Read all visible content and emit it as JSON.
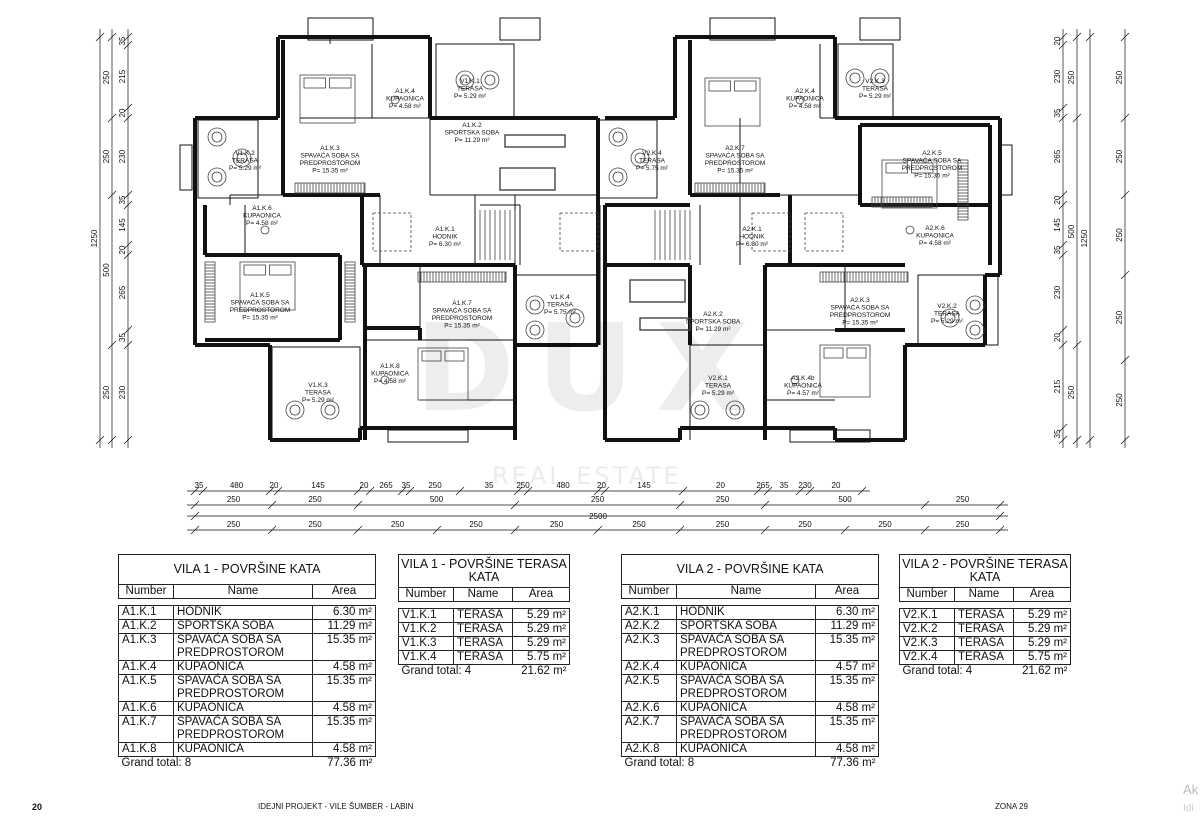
{
  "rooms_v1": [
    {
      "id": "V1.K.1",
      "name": "TERASA",
      "area": "P= 5.29 m²"
    },
    {
      "id": "A1.K.4",
      "name": "KUPAONICA",
      "area": "P= 4.58 m²"
    },
    {
      "id": "A1.K.3",
      "name": "SPAVAĆA SOBA SA PREDPROSTOROM",
      "area": "P= 15.35 m²"
    },
    {
      "id": "A1.K.2",
      "name": "SPORTSKA SOBA",
      "area": "P= 11.29 m²"
    },
    {
      "id": "V1.K.2",
      "name": "TERASA",
      "area": "P= 5.29 m²"
    },
    {
      "id": "A1.K.6",
      "name": "KUPAONICA",
      "area": "P= 4.58 m²"
    },
    {
      "id": "A1.K.1",
      "name": "HODNIK",
      "area": "P= 6.30 m²"
    },
    {
      "id": "A1.K.5",
      "name": "SPAVAĆA SOBA SA PREDPROSTOROM",
      "area": "P= 15.35 m²"
    },
    {
      "id": "A1.K.7",
      "name": "SPAVAĆA SOBA SA PREDPROSTOROM",
      "area": "P= 15.35 m²"
    },
    {
      "id": "V1.K.4",
      "name": "TERASA",
      "area": "P= 5.75 m²"
    },
    {
      "id": "A1.K.8",
      "name": "KUPAONICA",
      "area": "P= 4.58 m²"
    },
    {
      "id": "V1.K.3",
      "name": "TERASA",
      "area": "P= 5.29 m²"
    }
  ],
  "rooms_v2": [
    {
      "id": "V2.K.3",
      "name": "TERASA",
      "area": "P= 5.29 m²"
    },
    {
      "id": "A2.K.4",
      "name": "KUPAONICA",
      "area": "P= 4.58 m²"
    },
    {
      "id": "A2.K.7",
      "name": "SPAVAĆA SOBA SA PREDPROSTOROM",
      "area": "P= 15.35 m²"
    },
    {
      "id": "V2.K.4",
      "name": "TERASA",
      "area": "P= 5.75 m²"
    },
    {
      "id": "A2.K.5",
      "name": "SPAVAĆA SOBA SA PREDPROSTOROM",
      "area": "P= 15.35 m²"
    },
    {
      "id": "A2.K.1",
      "name": "HODNIK",
      "area": "P= 6.30 m²"
    },
    {
      "id": "A2.K.6",
      "name": "KUPAONICA",
      "area": "P= 4.58 m²"
    },
    {
      "id": "A2.K.2",
      "name": "SPORTSKA SOBA",
      "area": "P= 11.29 m²"
    },
    {
      "id": "A2.K.3",
      "name": "SPAVAĆA SOBA SA PREDPROSTOROM",
      "area": "P= 15.35 m²"
    },
    {
      "id": "V2.K.2",
      "name": "TERASA",
      "area": "P= 5.29 m²"
    },
    {
      "id": "V2.K.1",
      "name": "TERASA",
      "area": "P= 5.29 m²"
    },
    {
      "id": "A2.K.4b",
      "name": "KUPAONICA",
      "area": "P= 4.57 m²"
    }
  ],
  "dimensions": {
    "bottom_row1": [
      "35",
      "480",
      "20",
      "145",
      "20",
      "265",
      "35",
      "250",
      "35",
      "250",
      "480",
      "20",
      "145",
      "20",
      "265",
      "35",
      "230",
      "20"
    ],
    "bottom_row2": [
      "250",
      "250",
      "500",
      "250",
      "250",
      "500",
      "250"
    ],
    "bottom_total": "2500",
    "bottom_row3": [
      "250",
      "250",
      "250",
      "250",
      "250",
      "250",
      "250",
      "250",
      "250",
      "250"
    ],
    "left_inner": [
      "35",
      "215",
      "20",
      "230",
      "35",
      "145",
      "20",
      "265",
      "35",
      "230"
    ],
    "left_mid": [
      "250",
      "250",
      "500",
      "250"
    ],
    "left_total": "1250",
    "right_inner": [
      "20",
      "230",
      "35",
      "265",
      "20",
      "145",
      "35",
      "230",
      "20",
      "215",
      "35"
    ],
    "right_mid": [
      "250",
      "500",
      "250"
    ],
    "right_total": "1250",
    "right_outer": [
      "250",
      "250",
      "250",
      "250",
      "250"
    ]
  },
  "tables": {
    "v1_kata": {
      "title": "VILA 1 - POVRŠINE KATA",
      "headers": [
        "Number",
        "Name",
        "Area"
      ],
      "rows": [
        [
          "A1.K.1",
          "HODNIK",
          "6.30 m²"
        ],
        [
          "A1.K.2",
          "SPORTSKA SOBA",
          "11.29 m²"
        ],
        [
          "A1.K.3",
          "SPAVAĆA SOBA SA PREDPROSTOROM",
          "15.35 m²"
        ],
        [
          "A1.K.4",
          "KUPAONICA",
          "4.58 m²"
        ],
        [
          "A1.K.5",
          "SPAVAĆA SOBA SA PREDPROSTOROM",
          "15.35 m²"
        ],
        [
          "A1.K.6",
          "KUPAONICA",
          "4.58 m²"
        ],
        [
          "A1.K.7",
          "SPAVAĆA SOBA SA PREDPROSTOROM",
          "15.35 m²"
        ],
        [
          "A1.K.8",
          "KUPAONICA",
          "4.58 m²"
        ]
      ],
      "total_label": "Grand total: 8",
      "total_area": "77.36 m²"
    },
    "v1_terasa": {
      "title": "VILA 1 - POVRŠINE TERASA KATA",
      "headers": [
        "Number",
        "Name",
        "Area"
      ],
      "rows": [
        [
          "V1.K.1",
          "TERASA",
          "5.29 m²"
        ],
        [
          "V1.K.2",
          "TERASA",
          "5.29 m²"
        ],
        [
          "V1.K.3",
          "TERASA",
          "5.29 m²"
        ],
        [
          "V1.K.4",
          "TERASA",
          "5.75 m²"
        ]
      ],
      "total_label": "Grand total: 4",
      "total_area": "21.62 m²"
    },
    "v2_kata": {
      "title": "VILA 2 - POVRŠINE KATA",
      "headers": [
        "Number",
        "Name",
        "Area"
      ],
      "rows": [
        [
          "A2.K.1",
          "HODNIK",
          "6.30 m²"
        ],
        [
          "A2.K.2",
          "SPORTSKA SOBA",
          "11.29 m²"
        ],
        [
          "A2.K.3",
          "SPAVAĆA SOBA SA PREDPROSTOROM",
          "15.35 m²"
        ],
        [
          "A2.K.4",
          "KUPAONICA",
          "4.57 m²"
        ],
        [
          "A2.K.5",
          "SPAVAĆA SOBA SA PREDPROSTOROM",
          "15.35 m²"
        ],
        [
          "A2.K.6",
          "KUPAONICA",
          "4.58 m²"
        ],
        [
          "A2.K.7",
          "SPAVAĆA SOBA SA PREDPROSTOROM",
          "15.35 m²"
        ],
        [
          "A2.K.8",
          "KUPAONICA",
          "4.58 m²"
        ]
      ],
      "total_label": "Grand total: 8",
      "total_area": "77.36 m²"
    },
    "v2_terasa": {
      "title": "VILA 2 - POVRŠINE TERASA KATA",
      "headers": [
        "Number",
        "Name",
        "Area"
      ],
      "rows": [
        [
          "V2.K.1",
          "TERASA",
          "5.29 m²"
        ],
        [
          "V2.K.2",
          "TERASA",
          "5.29 m²"
        ],
        [
          "V2.K.3",
          "TERASA",
          "5.29 m²"
        ],
        [
          "V2.K.4",
          "TERASA",
          "5.75 m²"
        ]
      ],
      "total_label": "Grand total: 4",
      "total_area": "21.62 m²"
    }
  },
  "footer": {
    "page_number": "20",
    "project": "IDEJNI PROJEKT - VILE ŠUMBER - LABIN",
    "zone": "ZONA 29"
  },
  "watermark": {
    "logo": "DUX",
    "sub": "REAL ESTATE",
    "os_line1": "Ak",
    "os_line2": "Idi"
  }
}
